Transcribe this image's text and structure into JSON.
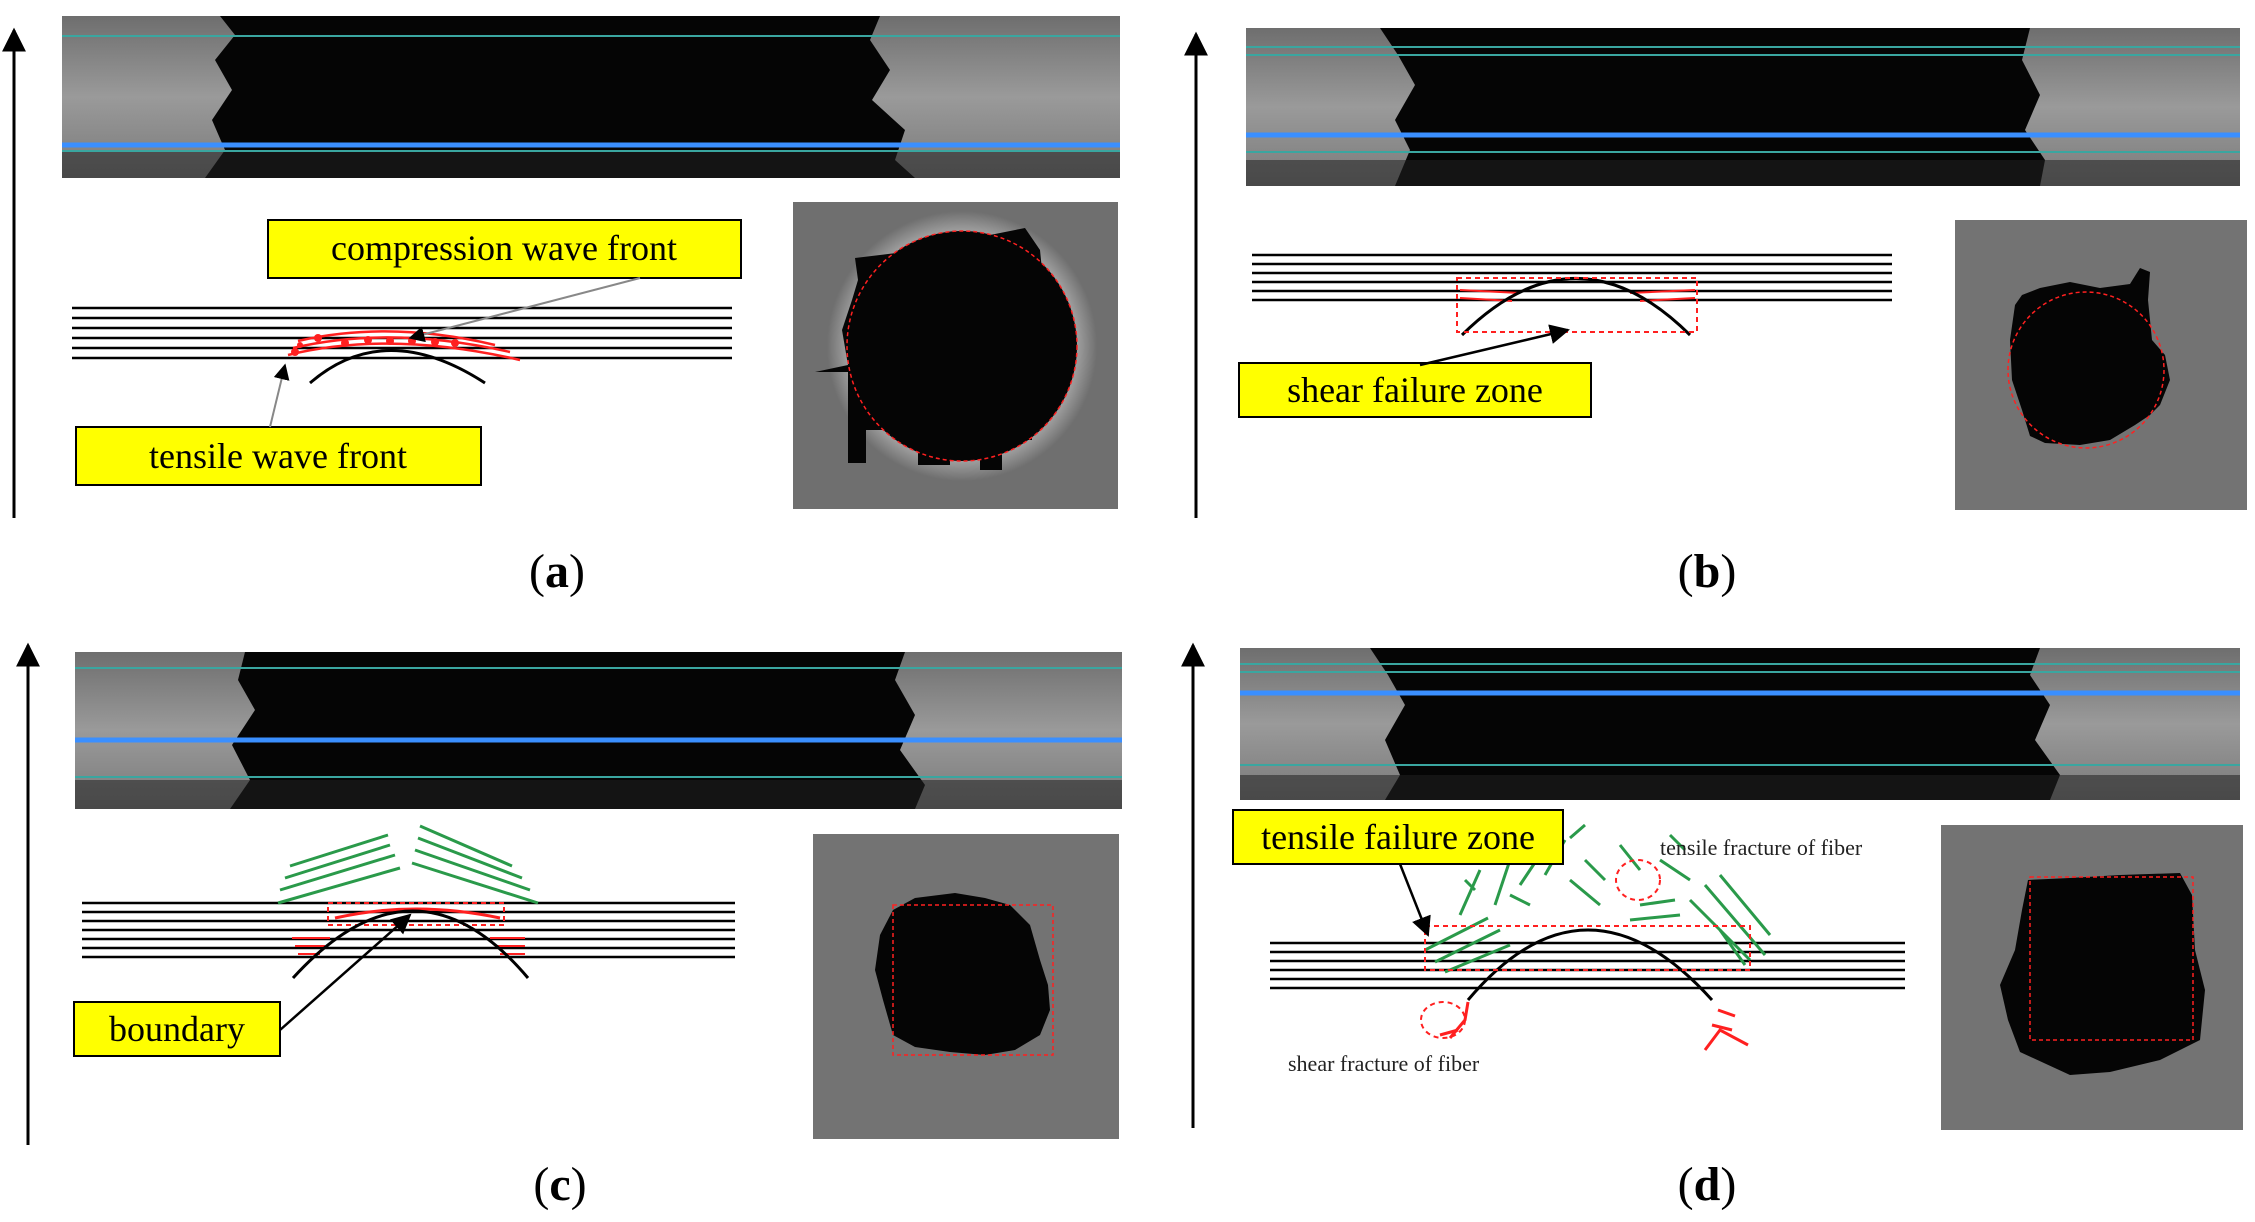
{
  "panels": {
    "a": {
      "caption": "a",
      "labels": {
        "compression": "compression wave front",
        "tensile": "tensile wave front"
      }
    },
    "b": {
      "caption": "b",
      "labels": {
        "shear_zone": "shear failure zone"
      }
    },
    "c": {
      "caption": "c",
      "labels": {
        "boundary": "boundary"
      }
    },
    "d": {
      "caption": "d",
      "labels": {
        "tensile_zone": "tensile failure zone",
        "tensile_fracture": "tensile fracture of fiber",
        "shear_fracture": "shear fracture of fiber"
      }
    }
  },
  "colors": {
    "label_fill": "#ffff00",
    "highlight_red": "#ff2020",
    "fiber_green": "#2a9a4a",
    "scan_line_blue": "#3a8fff",
    "scan_line_teal": "#3aa6a0",
    "scan_bg": "#808080",
    "hole": "#050505"
  }
}
